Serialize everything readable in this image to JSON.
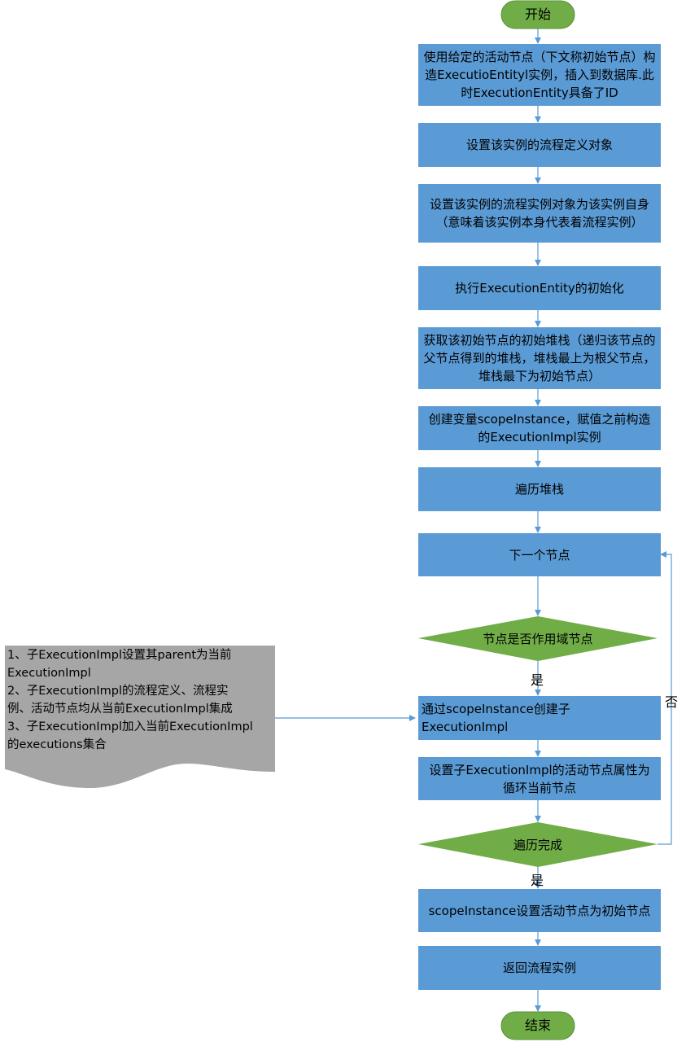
{
  "nodes": {
    "start": "开始",
    "step1": "使用给定的活动节点（下文称初始节点）构造ExecutioEntityl实例，插入到数据库.此时ExecutionEntity具备了ID",
    "step2": "设置该实例的流程定义对象",
    "step3": "设置该实例的流程实例对象为该实例自身（意味着该实例本身代表着流程实例）",
    "step4": "执行ExecutionEntity的初始化",
    "step5": "获取该初始节点的初始堆栈（递归该节点的父节点得到的堆栈，堆栈最上为根父节点，堆栈最下为初始节点）",
    "step6": "创建变量scopeInstance，赋值之前构造的ExecutionImpl实例",
    "step7": "遍历堆栈",
    "step8": "下一个节点",
    "decision1": "节点是否作用域节点",
    "step9": "通过scopeInstance创建子ExecutionImpl",
    "step10": "设置子ExecutionImpl的活动节点属性为循环当前节点",
    "decision2": "遍历完成",
    "step11": "scopeInstance设置活动节点为初始节点",
    "step12": "返回流程实例",
    "end": "结束"
  },
  "edge_labels": {
    "yes1": "是",
    "yes2": "是",
    "no": "否"
  },
  "note": {
    "line1": "1、子ExecutionImpl设置其parent为当前",
    "line2": "ExecutionImpl",
    "line3": "2、子ExecutionImpl的流程定义、流程实",
    "line4": "例、活动节点均从当前ExecutionImpl集成",
    "line5": "3、子ExecutionImpl加入当前ExecutionImpl",
    "line6": "的executions集合"
  },
  "colors": {
    "process": "#5b9bd5",
    "terminal": "#70ad47",
    "decision": "#70ad47",
    "note": "#a6a6a6",
    "connector": "#5b9bd5"
  }
}
